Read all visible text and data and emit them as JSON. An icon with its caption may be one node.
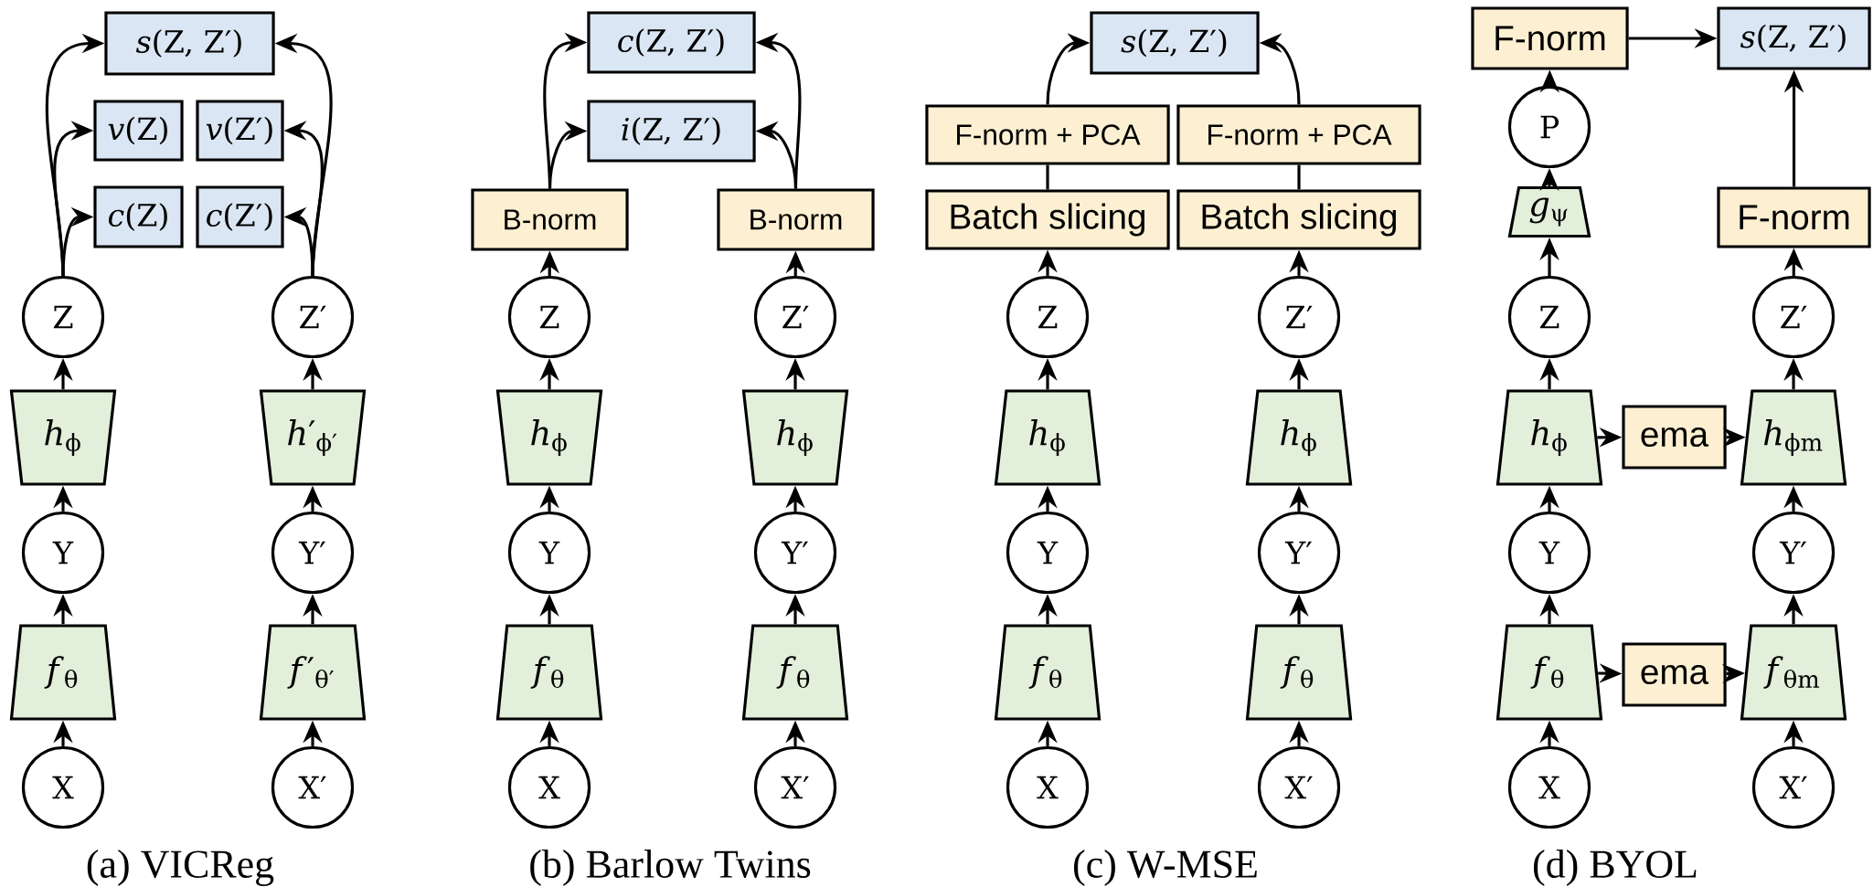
{
  "diagram": {
    "nodes": [
      {
        "text": [
          "*s*(Z, Z′)"
        ]
      },
      {
        "text": [
          "*v*(Z)"
        ]
      },
      {
        "text": [
          "*v*(Z′)"
        ]
      },
      {
        "text": [
          "*c*(Z)"
        ]
      },
      {
        "text": [
          "*c*(Z′)"
        ]
      },
      {
        "text": [
          "Z"
        ]
      },
      {
        "text": [
          "Z′"
        ]
      },
      {
        "text": [
          "*h*$_{ϕ}$"
        ]
      },
      {
        "text": [
          "*h*′$_{ϕ′}$"
        ]
      },
      {
        "text": [
          "Y"
        ]
      },
      {
        "text": [
          "Y′"
        ]
      },
      {
        "text": [
          "*f*$_{θ}$"
        ]
      },
      {
        "text": [
          "*f*′$_{θ′}$"
        ]
      },
      {
        "text": [
          "X"
        ]
      },
      {
        "text": [
          "X′"
        ]
      },
      {
        "text": [
          "*c*(Z, Z′)"
        ]
      },
      {
        "text": [
          "*i*(Z, Z′)"
        ]
      },
      {
        "text": [
          "B-norm"
        ]
      },
      {
        "text": [
          "B-norm"
        ]
      },
      {
        "text": [
          "Z"
        ]
      },
      {
        "text": [
          "Z′"
        ]
      },
      {
        "text": [
          "*h*$_{ϕ}$"
        ]
      },
      {
        "text": [
          "*h*$_{ϕ}$"
        ]
      },
      {
        "text": [
          "Y"
        ]
      },
      {
        "text": [
          "Y′"
        ]
      },
      {
        "text": [
          "*f*$_{θ}$"
        ]
      },
      {
        "text": [
          "*f*$_{θ}$"
        ]
      },
      {
        "text": [
          "X"
        ]
      },
      {
        "text": [
          "X′"
        ]
      },
      {
        "text": [
          "*s*(Z, Z′)"
        ]
      },
      {
        "text": [
          "F-norm + PCA"
        ]
      },
      {
        "text": [
          "F-norm + PCA"
        ]
      },
      {
        "text": [
          "Batch slicing"
        ]
      },
      {
        "text": [
          "Batch slicing"
        ]
      },
      {
        "text": [
          "Z"
        ]
      },
      {
        "text": [
          "Z′"
        ]
      },
      {
        "text": [
          "*h*$_{ϕ}$"
        ]
      },
      {
        "text": [
          "*h*$_{ϕ}$"
        ]
      },
      {
        "text": [
          "Y"
        ]
      },
      {
        "text": [
          "Y′"
        ]
      },
      {
        "text": [
          "*f*$_{θ}$"
        ]
      },
      {
        "text": [
          "*f*$_{θ}$"
        ]
      },
      {
        "text": [
          "X"
        ]
      },
      {
        "text": [
          "X′"
        ]
      },
      {
        "text": [
          "F-norm"
        ]
      },
      {
        "text": [
          "*s*(Z, Z′)"
        ]
      },
      {
        "text": [
          "P"
        ]
      },
      {
        "text": [
          "*g*$_{ψ}$"
        ]
      },
      {
        "text": [
          "F-norm"
        ]
      },
      {
        "text": [
          "Z"
        ]
      },
      {
        "text": [
          "Z′"
        ]
      },
      {
        "text": [
          "*h*$_{ϕ}$"
        ]
      },
      {
        "text": [
          "ema"
        ]
      },
      {
        "text": [
          "*h*$_{ϕm}$"
        ]
      },
      {
        "text": [
          "Y"
        ]
      },
      {
        "text": [
          "Y′"
        ]
      },
      {
        "text": [
          "*f*$_{θ}$"
        ]
      },
      {
        "text": [
          "ema"
        ]
      },
      {
        "text": [
          "*f*$_{θm}$"
        ]
      },
      {
        "text": [
          "X"
        ]
      },
      {
        "text": [
          "X′"
        ]
      }
    ],
    "edges": [
      {
        "from": 13,
        "to": 11,
        "arrow": "to"
      },
      {
        "from": 11,
        "to": 9,
        "arrow": "to"
      },
      {
        "from": 9,
        "to": 7,
        "arrow": "to"
      },
      {
        "from": 7,
        "to": 5,
        "arrow": "to"
      },
      {
        "from": 5,
        "to": 3,
        "arrow": "to"
      },
      {
        "from": 5,
        "to": 1,
        "arrow": "to"
      },
      {
        "from": 5,
        "to": 0,
        "arrow": "to"
      },
      {
        "from": 14,
        "to": 12,
        "arrow": "to"
      },
      {
        "from": 12,
        "to": 10,
        "arrow": "to"
      },
      {
        "from": 10,
        "to": 8,
        "arrow": "to"
      },
      {
        "from": 8,
        "to": 6,
        "arrow": "to"
      },
      {
        "from": 6,
        "to": 4,
        "arrow": "to"
      },
      {
        "from": 6,
        "to": 2,
        "arrow": "to"
      },
      {
        "from": 6,
        "to": 0,
        "arrow": "to"
      },
      {
        "from": 27,
        "to": 25,
        "arrow": "to"
      },
      {
        "from": 25,
        "to": 23,
        "arrow": "to"
      },
      {
        "from": 23,
        "to": 21,
        "arrow": "to"
      },
      {
        "from": 21,
        "to": 19,
        "arrow": "to"
      },
      {
        "from": 19,
        "to": 17,
        "arrow": "to"
      },
      {
        "from": 17,
        "to": 16,
        "arrow": "to"
      },
      {
        "from": 17,
        "to": 15,
        "arrow": "to"
      },
      {
        "from": 28,
        "to": 26,
        "arrow": "to"
      },
      {
        "from": 26,
        "to": 24,
        "arrow": "to"
      },
      {
        "from": 24,
        "to": 22,
        "arrow": "to"
      },
      {
        "from": 22,
        "to": 20,
        "arrow": "to"
      },
      {
        "from": 20,
        "to": 18,
        "arrow": "to"
      },
      {
        "from": 18,
        "to": 16,
        "arrow": "to"
      },
      {
        "from": 18,
        "to": 15,
        "arrow": "to"
      },
      {
        "from": 42,
        "to": 40,
        "arrow": "to"
      },
      {
        "from": 40,
        "to": 38,
        "arrow": "to"
      },
      {
        "from": 38,
        "to": 36,
        "arrow": "to"
      },
      {
        "from": 36,
        "to": 34,
        "arrow": "to"
      },
      {
        "from": 34,
        "to": 32,
        "arrow": "to"
      },
      {
        "from": 32,
        "to": 30,
        "arrow": "none"
      },
      {
        "from": 30,
        "to": 29,
        "arrow": "to"
      },
      {
        "from": 43,
        "to": 41,
        "arrow": "to"
      },
      {
        "from": 41,
        "to": 39,
        "arrow": "to"
      },
      {
        "from": 39,
        "to": 37,
        "arrow": "to"
      },
      {
        "from": 37,
        "to": 35,
        "arrow": "to"
      },
      {
        "from": 35,
        "to": 33,
        "arrow": "to"
      },
      {
        "from": 33,
        "to": 31,
        "arrow": "none"
      },
      {
        "from": 31,
        "to": 29,
        "arrow": "to"
      },
      {
        "from": 59,
        "to": 56,
        "arrow": "to"
      },
      {
        "from": 56,
        "to": 54,
        "arrow": "to"
      },
      {
        "from": 54,
        "to": 51,
        "arrow": "to"
      },
      {
        "from": 51,
        "to": 49,
        "arrow": "to"
      },
      {
        "from": 49,
        "to": 47,
        "arrow": "to"
      },
      {
        "from": 47,
        "to": 46,
        "arrow": "to"
      },
      {
        "from": 46,
        "to": 44,
        "arrow": "to"
      },
      {
        "from": 44,
        "to": 45,
        "arrow": "to"
      },
      {
        "from": 60,
        "to": 58,
        "arrow": "to"
      },
      {
        "from": 58,
        "to": 55,
        "arrow": "to"
      },
      {
        "from": 55,
        "to": 53,
        "arrow": "to"
      },
      {
        "from": 53,
        "to": 50,
        "arrow": "to"
      },
      {
        "from": 50,
        "to": 48,
        "arrow": "to"
      },
      {
        "from": 48,
        "to": 45,
        "arrow": "to"
      },
      {
        "from": 51,
        "to": 52,
        "arrow": "to"
      },
      {
        "from": 52,
        "to": 53,
        "arrow": "to"
      },
      {
        "from": 56,
        "to": 57,
        "arrow": "to"
      },
      {
        "from": 57,
        "to": 58,
        "arrow": "to"
      }
    ],
    "labels": [
      "(a) VICReg",
      "(b) Barlow Twins",
      "(c) W-MSE",
      "(d) BYOL"
    ]
  }
}
